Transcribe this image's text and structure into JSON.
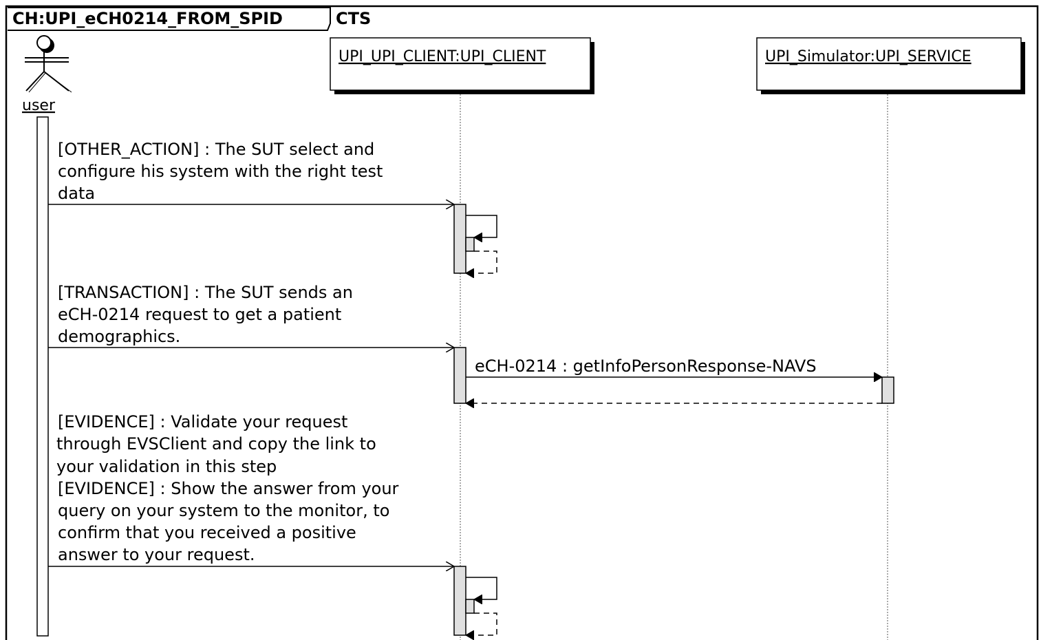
{
  "frame": {
    "title_visible": "CH:UPI_eCH0214_FROM_SPID",
    "title_tail": "CTS"
  },
  "participants": {
    "actor": {
      "name": "user"
    },
    "client": {
      "name": "UPI_UPI_CLIENT:UPI_CLIENT"
    },
    "service": {
      "name": "UPI_Simulator:UPI_SERVICE"
    }
  },
  "messages": [
    {
      "id": "m1",
      "lines": [
        "[OTHER_ACTION] : The SUT select and",
        "configure his system with the right test",
        "data"
      ]
    },
    {
      "id": "m2",
      "lines": [
        "[TRANSACTION] : The SUT sends an",
        "eCH-0214 request to get a patient",
        "demographics."
      ]
    },
    {
      "id": "m3",
      "lines": [
        "eCH-0214 : getInfoPersonResponse-NAVS"
      ]
    },
    {
      "id": "m4",
      "lines": [
        "[EVIDENCE] : Validate your request",
        "through EVSClient and copy the link to",
        "your validation in this step",
        "[EVIDENCE] : Show the answer from your",
        "query on your system to the monitor, to",
        "confirm that you received a positive",
        "answer to your request."
      ]
    }
  ],
  "colors": {
    "line": "#000000",
    "activation_fill": "#e0e0e0",
    "box_fill": "#ffffff",
    "shadow": "#000000",
    "lifeline": "#555555"
  }
}
